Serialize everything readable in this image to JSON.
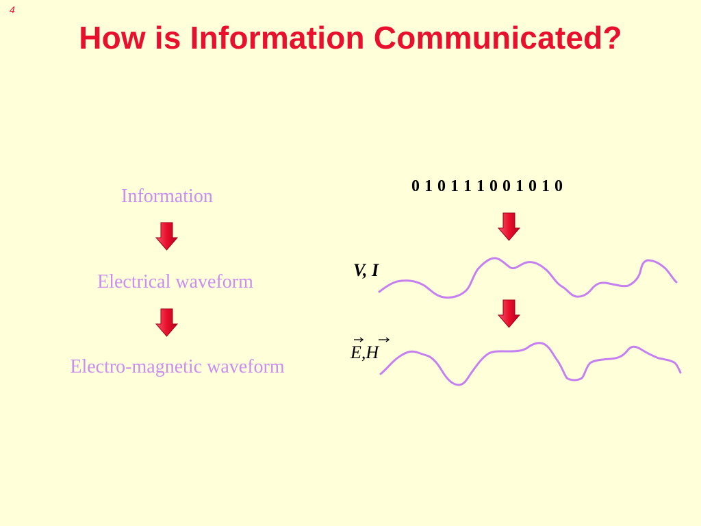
{
  "slide_number": "4",
  "title": "How is Information Communicated?",
  "flow": {
    "information": "Information",
    "electrical": "Electrical waveform",
    "electromagnetic": "Electro-magnetic waveform"
  },
  "bits": "0 1 0 1 1 1 0 0 1 0 1 0",
  "waveforms": {
    "vi_label": "V, I",
    "eh_label": "E,H"
  },
  "colors": {
    "title": "#e8102c",
    "label": "#c98ef0",
    "wave": "#c57ff0",
    "arrow": "#e8102c",
    "background": "#ffffd9"
  }
}
